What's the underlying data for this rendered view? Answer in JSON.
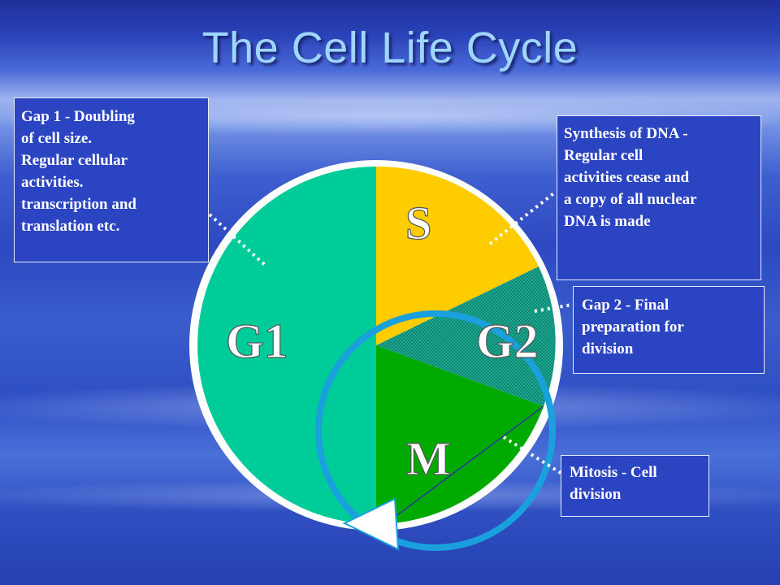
{
  "title": "The Cell Life Cycle",
  "phases": {
    "g1": "G1",
    "s": "S",
    "g2": "G2",
    "m": "M"
  },
  "descriptions": {
    "g1": [
      "Gap 1 - Doubling",
      "of cell size.",
      "Regular cellular",
      "activities.",
      "transcription and",
      "translation etc."
    ],
    "s": [
      "Synthesis of DNA -",
      "Regular cell",
      "activities cease and",
      "a copy of all nuclear",
      "DNA is made"
    ],
    "g2": [
      "Gap 2 - Final",
      "preparation for",
      "division"
    ],
    "m": [
      "Mitosis - Cell",
      "division"
    ]
  },
  "colors": {
    "g1": "#00cc99",
    "s": "#ffcc00",
    "g2": "#1aa890",
    "m": "#00aa00",
    "arrow_ring": "#1aa0dc",
    "label_text": "#ffffff"
  }
}
